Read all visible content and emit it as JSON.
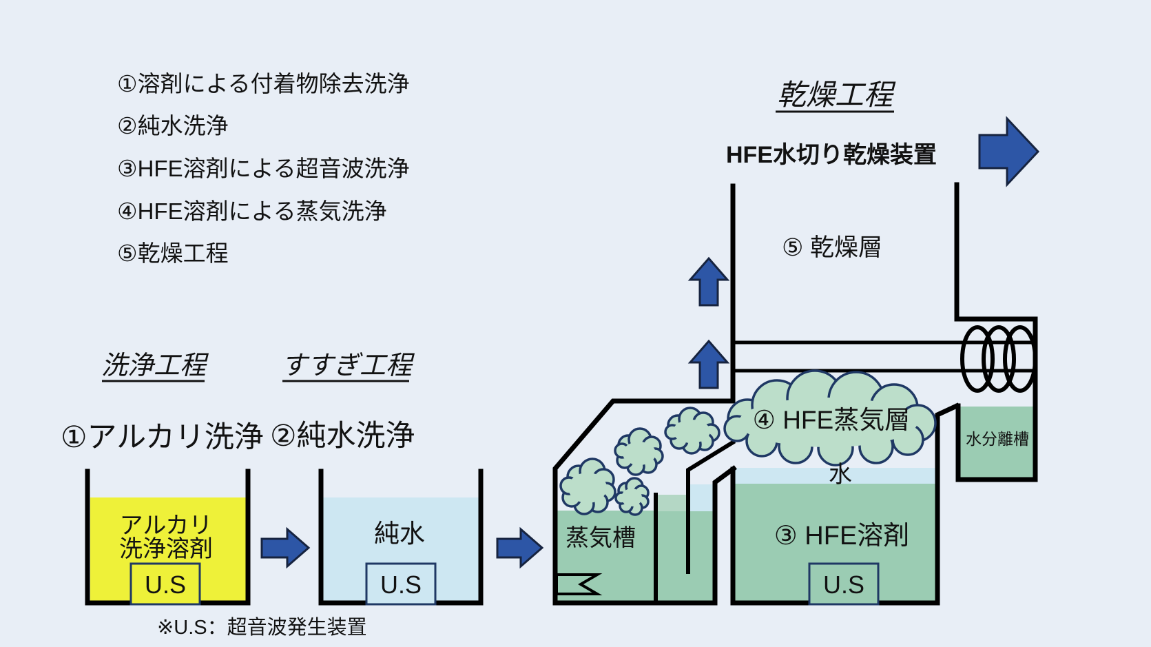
{
  "diagram": {
    "process_list": {
      "items": [
        "①溶剤による付着物除去洗浄",
        "②純水洗浄",
        "③HFE溶剤による超音波洗浄",
        "④HFE溶剤による蒸気洗浄",
        "⑤乾燥工程"
      ]
    },
    "sections": {
      "washing_title": "洗浄工程",
      "washing_step": "①アルカリ洗浄",
      "rinsing_title": "すすぎ工程",
      "rinsing_step": "②純水洗浄",
      "drying_title": "乾燥工程",
      "drying_device": "HFE水切り乾燥装置"
    },
    "tanks": {
      "alkali": {
        "label_line1": "アルカリ",
        "label_line2": "洗浄溶剤",
        "us": "U.S"
      },
      "pure_water": {
        "label": "純水",
        "us": "U.S"
      },
      "vapor": {
        "label": "蒸気槽"
      },
      "hfe": {
        "vapor_layer": "④ HFE蒸気層",
        "water": "水",
        "solvent": "③ HFE溶剤",
        "us": "U.S"
      },
      "separator": {
        "label": "水分離槽"
      },
      "drying_chamber": {
        "label": "⑤ 乾燥層"
      }
    },
    "footnote": "※U.S：超音波発生装置",
    "colors": {
      "background": "#e8eef6",
      "alkali_yellow": "#eef139",
      "water_blue": "#cde7f2",
      "solvent_green": "#9bccb3",
      "pale_green": "#b4d7c5",
      "cloud_fill": "#bcdeca",
      "cloud_outline": "#1f3864",
      "arrow_blue": "#2d56a6",
      "line_black": "#000000"
    }
  }
}
